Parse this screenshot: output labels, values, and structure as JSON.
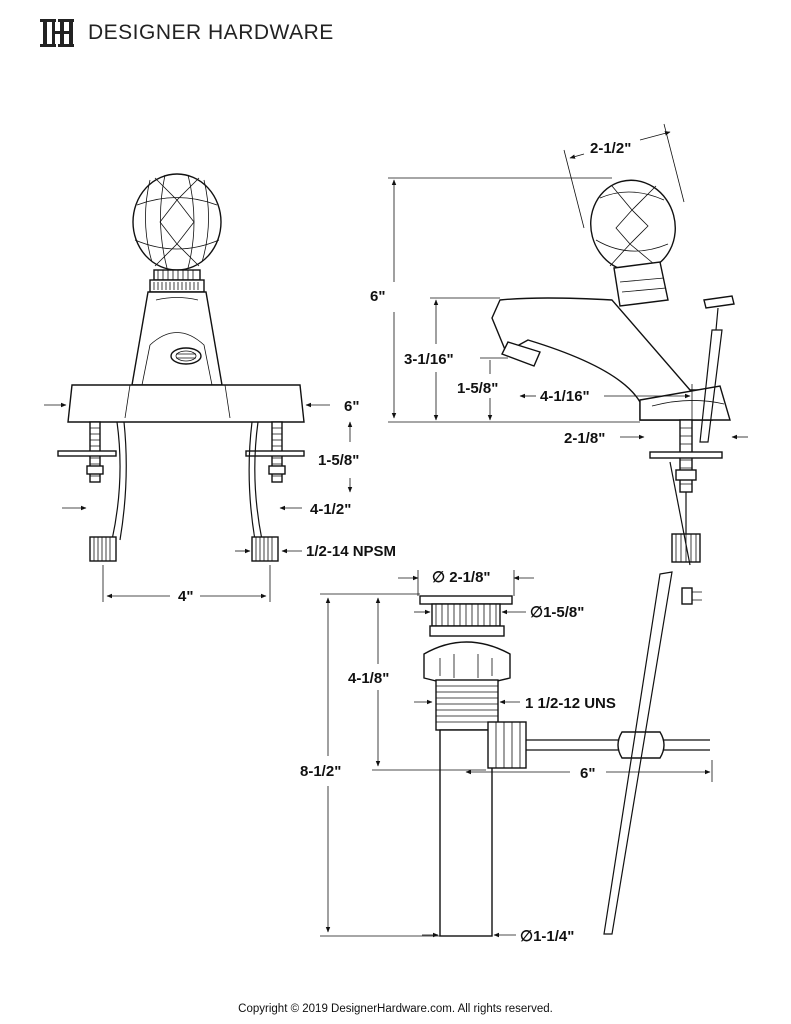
{
  "brand": {
    "name": "DESIGNER HARDWARE",
    "logo_letters": "DH"
  },
  "dimensions": {
    "overhang_6": "6\"",
    "shank_1_5_8": "1-5/8\"",
    "shank_4_1_2": "4-1/2\"",
    "thread_npsm": "1/2-14 NPSM",
    "center_4": "4\"",
    "handle_2_1_2": "2-1/2\"",
    "height_6": "6\"",
    "spout_height": "3-1/16\"",
    "aerator_height": "1-5/8\"",
    "spout_reach": "4-1/16\"",
    "base_2_1_8": "2-1/8\"",
    "drain_flange": "∅ 2-1/8\"",
    "drain_cap": "∅1-5/8\"",
    "drain_body": "4-1/8\"",
    "drain_thread": "1 1/2-12 UNS",
    "drain_total": "8-1/2\"",
    "lift_rod": "6\"",
    "tailpiece": "∅1-1/4\""
  },
  "footer": {
    "copyright": "Copyright © 2019 DesignerHardware.com. All rights reserved."
  }
}
